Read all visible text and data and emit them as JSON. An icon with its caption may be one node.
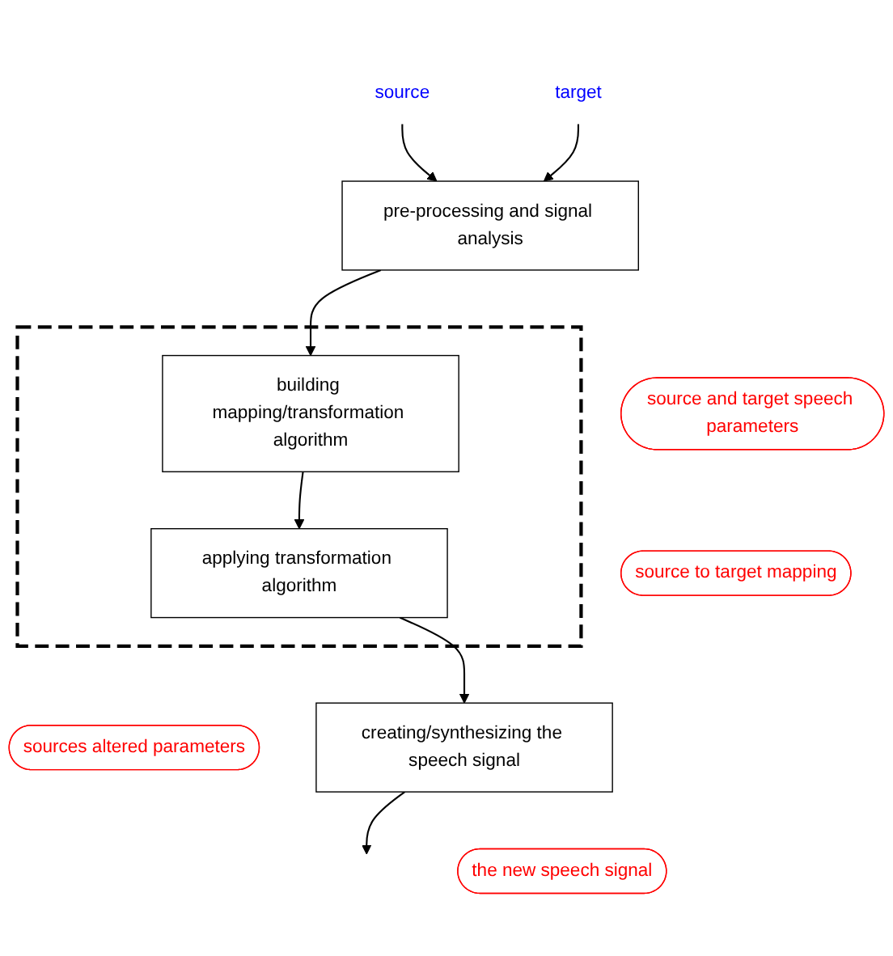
{
  "diagram": {
    "nodes": [
      {
        "text": [
          "source"
        ]
      },
      {
        "text": [
          "pre-processing and signal analysis"
        ]
      },
      {
        "text": [
          "target"
        ]
      },
      {
        "text": [
          "source and target speech parameters"
        ]
      },
      {
        "text": [],
        "shape": "box"
      },
      {
        "text": [
          "building mapping/transformation algorithm"
        ],
        "in": 4
      },
      {
        "text": [
          "source to target mapping"
        ]
      },
      {
        "text": [
          "applying transformation algorithm"
        ],
        "in": 4
      },
      {
        "text": [
          "sources altered parameters"
        ]
      },
      {
        "text": [
          "creating/synthesizing the speech signal"
        ]
      },
      {
        "text": [
          "the new speech signal"
        ]
      }
    ],
    "edges": [
      {
        "from": 0,
        "to": 1,
        "arrow": "to"
      },
      {
        "from": 2,
        "to": 1,
        "arrow": "to"
      },
      {
        "from": 1,
        "to": 5,
        "arrow": "to"
      },
      {
        "from": 5,
        "to": 7,
        "arrow": "to"
      },
      {
        "from": 7,
        "to": 9,
        "arrow": "to"
      },
      {
        "from": 9,
        "to": null,
        "arrow": "to"
      }
    ]
  }
}
